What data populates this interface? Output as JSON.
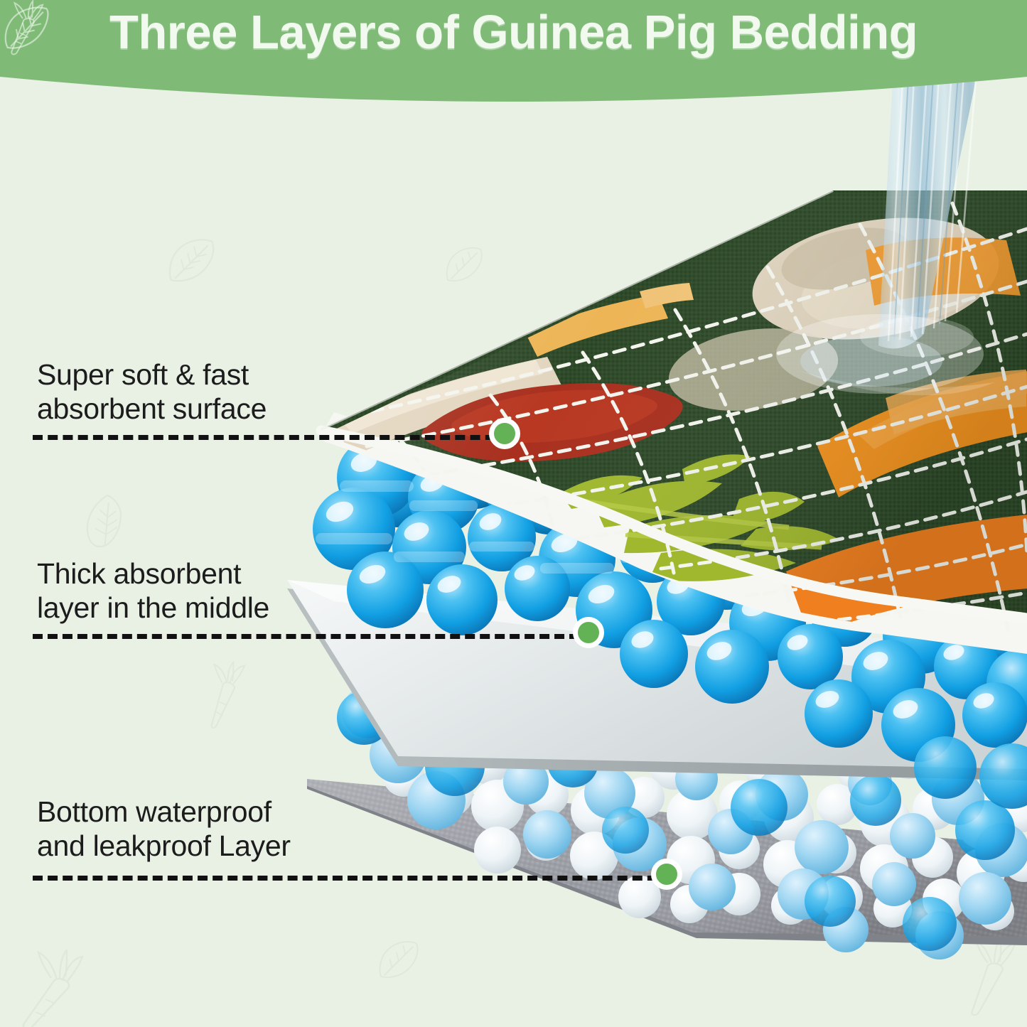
{
  "header": {
    "title": "Three Layers of Guinea Pig Bedding",
    "background_color": "#7fba77",
    "title_color": "#f2faf0",
    "left_icon": "leaf-icon",
    "right_icon": "carrot-icon"
  },
  "page": {
    "background_color": "#e9f1e5",
    "watermark_icons": [
      "leaf-icon",
      "carrot-icon"
    ]
  },
  "callouts": [
    {
      "id": "top-layer",
      "label": "Super soft & fast\nabsorbent surface",
      "marker_color": "#63b356",
      "marker_ring_color": "#ffffff",
      "line_style": "dashed"
    },
    {
      "id": "middle-layer",
      "label": "Thick absorbent\nlayer in the middle",
      "marker_color": "#63b356",
      "marker_ring_color": "#ffffff",
      "line_style": "dashed"
    },
    {
      "id": "bottom-layer",
      "label": "Bottom waterproof\nand leakproof  Layer",
      "marker_color": "#63b356",
      "marker_ring_color": "#ffffff",
      "line_style": "dashed"
    }
  ],
  "product": {
    "top_layer": {
      "name": "printed quilted fabric surface",
      "fabric_color": "#2f4a2b",
      "stitch_color": "#f3f5ee",
      "motifs": [
        "carrot",
        "leafy-greens",
        "radish",
        "cabbage"
      ],
      "binding_color": "#f4f6f0"
    },
    "water_stream": {
      "name": "water-pour-stream",
      "color": "#9fc6dd"
    },
    "middle_layer": {
      "name": "absorbent core board",
      "board_color": "#e9ecec",
      "bead_color": "#19a5e8"
    },
    "bottom_layer": {
      "name": "waterproof backing sheet",
      "fabric_color": "#9a9ba2",
      "bead_color": "#f2f6f8"
    }
  }
}
